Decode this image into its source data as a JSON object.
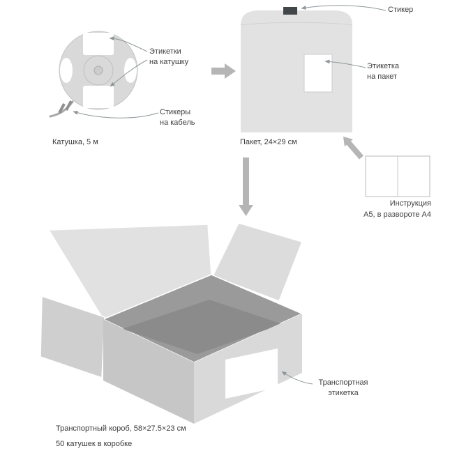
{
  "colors": {
    "background": "#ffffff",
    "shape_light": "#e1e1e1",
    "shape_lighter": "#d9d9d9",
    "shape_mid": "#c6c6c6",
    "interior_dark": "#9a9a9a",
    "flow_arrow": "#b5b5b5",
    "callout_line": "#8f969a",
    "sticker_dark": "#41464b",
    "text": "#3f3f3f"
  },
  "spool": {
    "caption": "Катушка, 5 м",
    "labels_callout": {
      "line1": "Этикетки",
      "line2": "на катушку"
    },
    "stickers_callout": {
      "line1": "Стикеры",
      "line2": "на кабель"
    }
  },
  "package": {
    "caption": "Пакет, 24×29 см",
    "sticker_callout": "Стикер",
    "label_callout": {
      "line1": "Этикетка",
      "line2": "на пакет"
    }
  },
  "instruction": {
    "caption_line1": "Инструкция",
    "caption_line2": "А5, в развороте А4"
  },
  "box": {
    "caption_line1": "Транспортный короб, 58×27.5×23 см",
    "caption_line2": "50 катушек в коробке",
    "label_callout": {
      "line1": "Транспортная",
      "line2": "этикетка"
    }
  }
}
